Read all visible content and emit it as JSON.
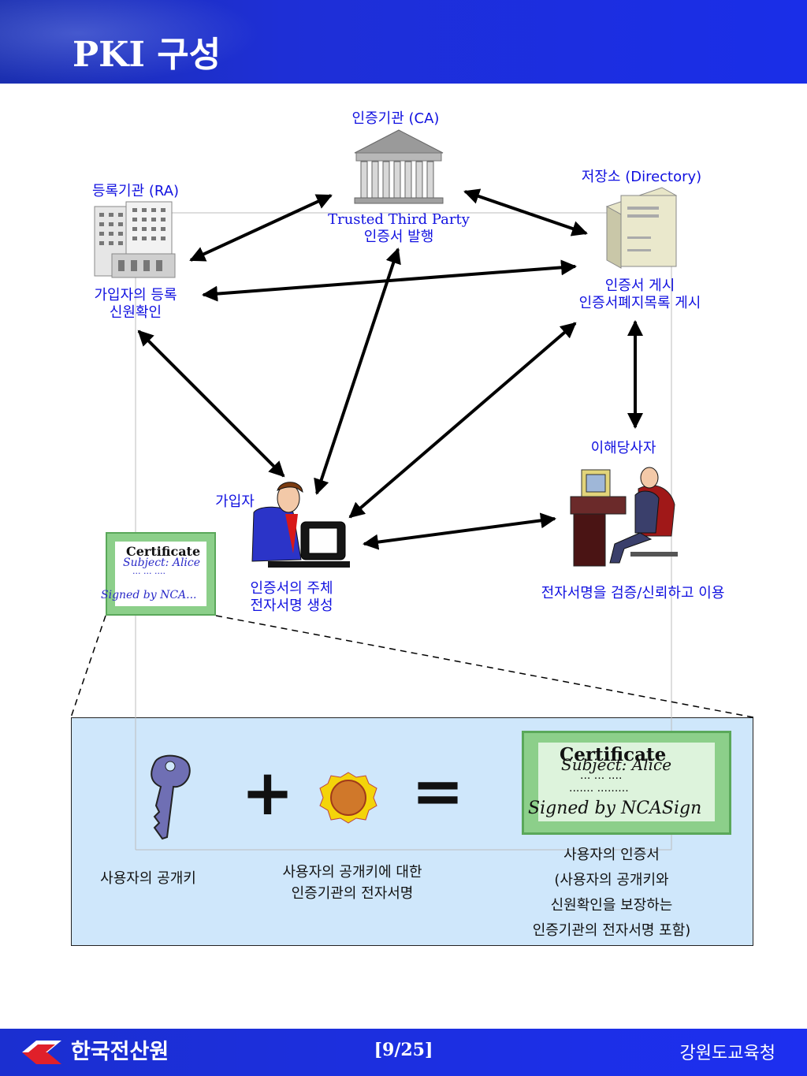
{
  "header": {
    "title": "PKI 구성"
  },
  "nodes": {
    "ca": {
      "title": "인증기관 (CA)",
      "desc_line1": "Trusted Third Party",
      "desc_line2": "인증서 발행"
    },
    "ra": {
      "title": "등록기관 (RA)",
      "desc_line1": "가입자의 등록",
      "desc_line2": "신원확인"
    },
    "directory": {
      "title": "저장소 (Directory)",
      "desc_line1": "인증서 게시",
      "desc_line2": "인증서폐지목록 게시"
    },
    "relying_party": {
      "title": "이해당사자",
      "desc": "전자서명을 검증/신뢰하고 이용"
    },
    "subscriber": {
      "title": "가입자",
      "desc_line1": "인증서의 주체",
      "desc_line2": "전자서명 생성"
    }
  },
  "certificate": {
    "title": "Certificate",
    "subject": "Subject: Alice",
    "dots": "··· ··· ····",
    "dots2": "······· ·········",
    "signed_big": "Signed by NCASign",
    "signed_small": "Signed by NCA..."
  },
  "equation": {
    "plus": "+",
    "equals": "=",
    "public_key_label": "사용자의 공개키",
    "signature_label_line1": "사용자의 공개키에 대한",
    "signature_label_line2": "인증기관의 전자서명",
    "cert_label_line1": "사용자의 인증서",
    "cert_label_line2": "(사용자의 공개키와",
    "cert_label_line3": "신원확인을 보장하는",
    "cert_label_line4": "인증기관의 전자서명 포함)"
  },
  "footer": {
    "logo": "한국전산원",
    "page": "[9/25]",
    "org": "강원도교육청"
  },
  "colors": {
    "header": "#1d2fe0",
    "label": "#1010e0",
    "box": "#cfe7fb",
    "cert_border": "#8ccf8a"
  }
}
